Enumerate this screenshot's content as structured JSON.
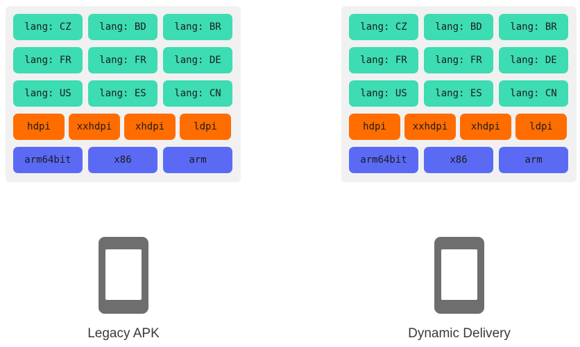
{
  "colors": {
    "lang_chip": "#3ddcb3",
    "dpi_chip": "#ff6d00",
    "abi_chip": "#5b6af5",
    "panel_bg": "#f1f1f1",
    "phone": "#6e6e6e"
  },
  "panels": [
    {
      "caption": "Legacy APK",
      "lang_rows": [
        [
          "lang: CZ",
          "lang: BD",
          "lang: BR"
        ],
        [
          "lang: FR",
          "lang: FR",
          "lang: DE"
        ],
        [
          "lang: US",
          "lang: ES",
          "lang: CN"
        ]
      ],
      "dpi": [
        "hdpi",
        "xxhdpi",
        "xhdpi",
        "ldpi"
      ],
      "abi": [
        "arm64bit",
        "x86",
        "arm"
      ],
      "icon": "phone-icon"
    },
    {
      "caption": "Dynamic Delivery",
      "lang_rows": [
        [
          "lang: CZ",
          "lang: BD",
          "lang: BR"
        ],
        [
          "lang: FR",
          "lang: FR",
          "lang: DE"
        ],
        [
          "lang: US",
          "lang: ES",
          "lang: CN"
        ]
      ],
      "dpi": [
        "hdpi",
        "xxhdpi",
        "xhdpi",
        "ldpi"
      ],
      "abi": [
        "arm64bit",
        "x86",
        "arm"
      ],
      "icon": "phone-icon"
    }
  ]
}
